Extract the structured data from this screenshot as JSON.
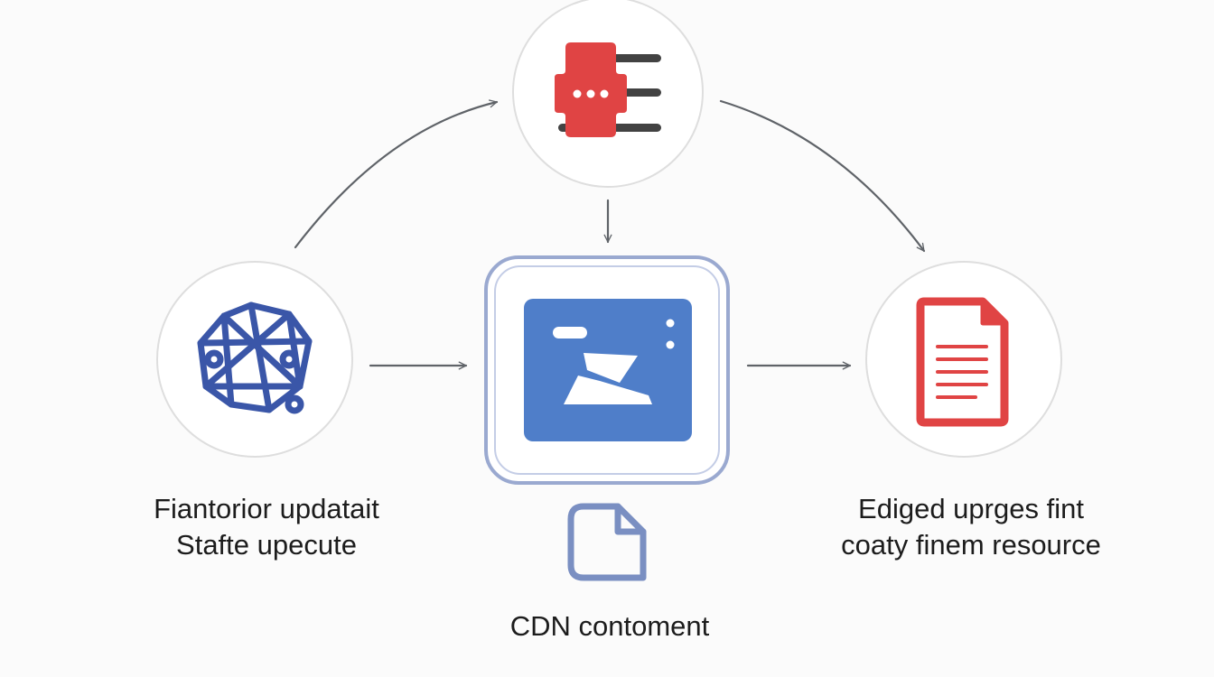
{
  "labels": {
    "left_line1": "Fiantorior updatait",
    "left_line2": "Stafte upecute",
    "right_line1": "Ediged uprges fint",
    "right_line2": "coaty finem resource",
    "bottom": "CDN contoment"
  },
  "icons": {
    "left": "network-globe-icon",
    "top": "server-rack-icon",
    "center": "browser-window-icon",
    "bottom": "document-outline-icon",
    "right": "document-lines-icon"
  },
  "colors": {
    "blue": "#3a56a8",
    "center_blue": "#4f7ec9",
    "red": "#e04444",
    "arrow": "#5f6368"
  }
}
